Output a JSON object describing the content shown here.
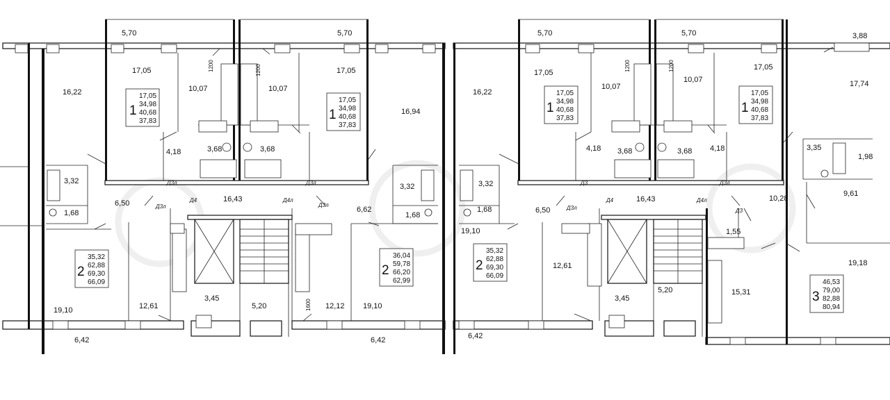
{
  "rooms": [
    {
      "id": "r1",
      "value": "5,70"
    },
    {
      "id": "r2",
      "value": "5,70"
    },
    {
      "id": "r3",
      "value": "17,05"
    },
    {
      "id": "r4",
      "value": "16,22"
    },
    {
      "id": "r5",
      "value": "10,07"
    },
    {
      "id": "r6",
      "value": "10,07"
    },
    {
      "id": "r7",
      "value": "17,05"
    },
    {
      "id": "r8",
      "value": "16,94"
    },
    {
      "id": "r9",
      "value": "4,18"
    },
    {
      "id": "r10",
      "value": "3,68"
    },
    {
      "id": "r11",
      "value": "3,68"
    },
    {
      "id": "r12",
      "value": "3,32"
    },
    {
      "id": "r13",
      "value": "1,68"
    },
    {
      "id": "r14",
      "value": "6,50"
    },
    {
      "id": "r15",
      "value": "16,43"
    },
    {
      "id": "r16",
      "value": "3,32"
    },
    {
      "id": "r17",
      "value": "6,62"
    },
    {
      "id": "r18",
      "value": "1,68"
    },
    {
      "id": "r19",
      "value": "19,10"
    },
    {
      "id": "r20",
      "value": "12,61"
    },
    {
      "id": "r21",
      "value": "3,45"
    },
    {
      "id": "r22",
      "value": "5,20"
    },
    {
      "id": "r23",
      "value": "12,12"
    },
    {
      "id": "r24",
      "value": "19,10"
    },
    {
      "id": "r25",
      "value": "6,42"
    },
    {
      "id": "r26",
      "value": "6,42"
    },
    {
      "id": "r27",
      "value": "5,70"
    },
    {
      "id": "r28",
      "value": "5,70"
    },
    {
      "id": "r29",
      "value": "3,88"
    },
    {
      "id": "r30",
      "value": "17,05"
    },
    {
      "id": "r31",
      "value": "16,22"
    },
    {
      "id": "r32",
      "value": "10,07"
    },
    {
      "id": "r33",
      "value": "10,07"
    },
    {
      "id": "r34",
      "value": "17,05"
    },
    {
      "id": "r35",
      "value": "17,74"
    },
    {
      "id": "r36",
      "value": "4,18"
    },
    {
      "id": "r37",
      "value": "3,68"
    },
    {
      "id": "r38",
      "value": "3,68"
    },
    {
      "id": "r39",
      "value": "4,18"
    },
    {
      "id": "r40",
      "value": "3,35"
    },
    {
      "id": "r41",
      "value": "1,98"
    },
    {
      "id": "r42",
      "value": "3,32"
    },
    {
      "id": "r43",
      "value": "9,61"
    },
    {
      "id": "r44",
      "value": "1,68"
    },
    {
      "id": "r45",
      "value": "6,50"
    },
    {
      "id": "r46",
      "value": "16,43"
    },
    {
      "id": "r47",
      "value": "10,28"
    },
    {
      "id": "r48",
      "value": "19,10"
    },
    {
      "id": "r49",
      "value": "1,55"
    },
    {
      "id": "r50",
      "value": "12,61"
    },
    {
      "id": "r51",
      "value": "19,18"
    },
    {
      "id": "r52",
      "value": "15,31"
    },
    {
      "id": "r53",
      "value": "3,45"
    },
    {
      "id": "r54",
      "value": "5,20"
    },
    {
      "id": "r55",
      "value": "6,42"
    }
  ],
  "doors": [
    {
      "id": "d1",
      "value": "Д3л"
    },
    {
      "id": "d2",
      "value": "Д3л"
    },
    {
      "id": "d3",
      "value": "Д3л"
    },
    {
      "id": "d4",
      "value": "Д4"
    },
    {
      "id": "d5",
      "value": "Д4л"
    },
    {
      "id": "d6",
      "value": "Д3л"
    },
    {
      "id": "d7",
      "value": "Д3"
    },
    {
      "id": "d8",
      "value": "Д3л"
    },
    {
      "id": "d9",
      "value": "Д4"
    },
    {
      "id": "d10",
      "value": "Д4л"
    },
    {
      "id": "d11",
      "value": "Д3л"
    },
    {
      "id": "d12",
      "value": "Д3"
    }
  ],
  "dims": [
    {
      "id": "m1",
      "value": "1200"
    },
    {
      "id": "m2",
      "value": "1200"
    },
    {
      "id": "m3",
      "value": "1200"
    },
    {
      "id": "m4",
      "value": "1200"
    },
    {
      "id": "m5",
      "value": "1600"
    }
  ],
  "apartments": [
    {
      "id": "a1",
      "rooms": "1",
      "values": [
        "17,05",
        "34,98",
        "40,68",
        "37,83"
      ]
    },
    {
      "id": "a2",
      "rooms": "1",
      "values": [
        "17,05",
        "34,98",
        "40,68",
        "37,83"
      ]
    },
    {
      "id": "a3",
      "rooms": "2",
      "values": [
        "35,32",
        "62,88",
        "69,30",
        "66,09"
      ]
    },
    {
      "id": "a4",
      "rooms": "2",
      "values": [
        "36,04",
        "59,78",
        "66,20",
        "62,99"
      ]
    },
    {
      "id": "a5",
      "rooms": "1",
      "values": [
        "17,05",
        "34,98",
        "40,68",
        "37,83"
      ]
    },
    {
      "id": "a6",
      "rooms": "1",
      "values": [
        "17,05",
        "34,98",
        "40,68",
        "37,83"
      ]
    },
    {
      "id": "a7",
      "rooms": "2",
      "values": [
        "35,32",
        "62,88",
        "69,30",
        "66,09"
      ]
    },
    {
      "id": "a8",
      "rooms": "3",
      "values": [
        "46,53",
        "79,00",
        "82,88",
        "80,94"
      ]
    }
  ],
  "colors": {
    "line": "#111111",
    "background": "#ffffff",
    "watermark": "#e4e4e4"
  }
}
